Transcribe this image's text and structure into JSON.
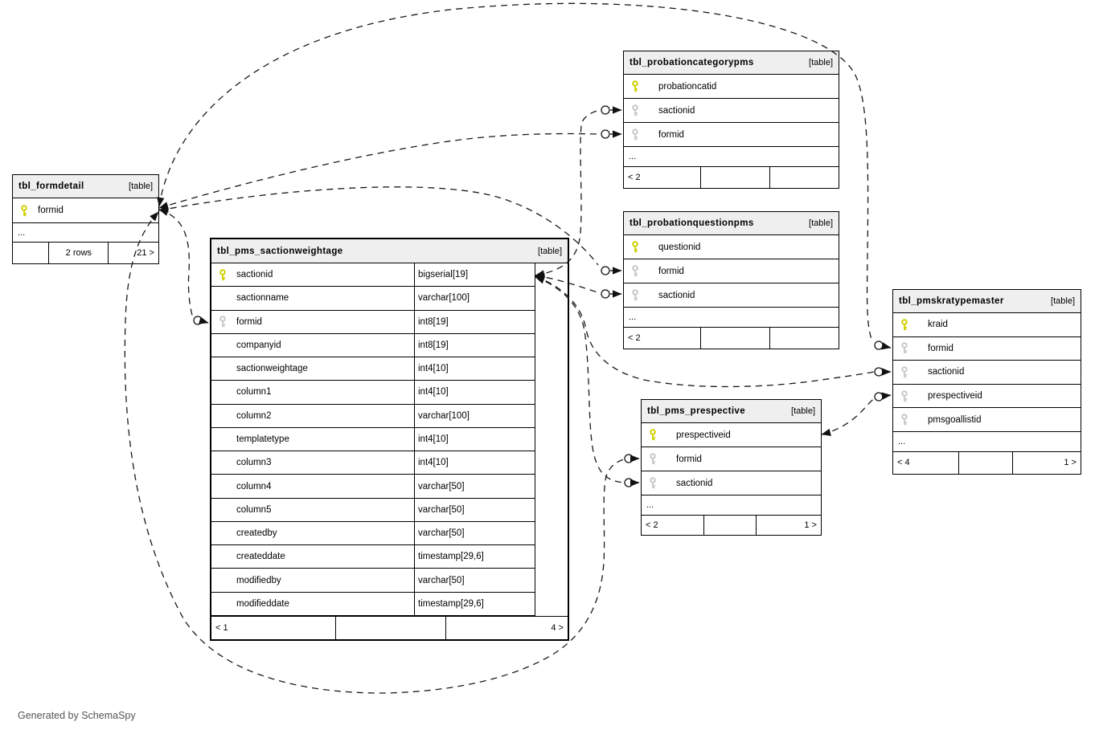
{
  "diagram": {
    "credit": "Generated by SchemaSpy",
    "colors": {
      "primary_key": "#d0d000",
      "foreign_key": "#c8c8c8",
      "header_bg": "#efefef",
      "line": "#1a1a1a"
    }
  },
  "tables": {
    "formdetail": {
      "title": "tbl_formdetail",
      "tag": "[table]",
      "columns": [
        {
          "name": "formid",
          "key": "pk"
        }
      ],
      "ellipsis": "...",
      "footer": [
        "",
        "2 rows",
        "21 >"
      ]
    },
    "sactionweightage": {
      "title": "tbl_pms_sactionweightage",
      "tag": "[table]",
      "columns": [
        {
          "name": "sactionid",
          "key": "pk",
          "type": "bigserial[19]"
        },
        {
          "name": "sactionname",
          "key": "",
          "type": "varchar[100]"
        },
        {
          "name": "formid",
          "key": "fk",
          "type": "int8[19]"
        },
        {
          "name": "companyid",
          "key": "",
          "type": "int8[19]"
        },
        {
          "name": "sactionweightage",
          "key": "",
          "type": "int4[10]"
        },
        {
          "name": "column1",
          "key": "",
          "type": "int4[10]"
        },
        {
          "name": "column2",
          "key": "",
          "type": "varchar[100]"
        },
        {
          "name": "templatetype",
          "key": "",
          "type": "int4[10]"
        },
        {
          "name": "column3",
          "key": "",
          "type": "int4[10]"
        },
        {
          "name": "column4",
          "key": "",
          "type": "varchar[50]"
        },
        {
          "name": "column5",
          "key": "",
          "type": "varchar[50]"
        },
        {
          "name": "createdby",
          "key": "",
          "type": "varchar[50]"
        },
        {
          "name": "createddate",
          "key": "",
          "type": "timestamp[29,6]"
        },
        {
          "name": "modifiedby",
          "key": "",
          "type": "varchar[50]"
        },
        {
          "name": "modifieddate",
          "key": "",
          "type": "timestamp[29,6]"
        }
      ],
      "footer": [
        "< 1",
        "",
        "4 >"
      ]
    },
    "probationcategorypms": {
      "title": "tbl_probationcategorypms",
      "tag": "[table]",
      "columns": [
        {
          "name": "probationcatid",
          "key": "pk"
        },
        {
          "name": "sactionid",
          "key": "fk"
        },
        {
          "name": "formid",
          "key": "fk"
        }
      ],
      "ellipsis": "...",
      "footer": [
        "< 2",
        "",
        ""
      ]
    },
    "probationquestionpms": {
      "title": "tbl_probationquestionpms",
      "tag": "[table]",
      "columns": [
        {
          "name": "questionid",
          "key": "pk"
        },
        {
          "name": "formid",
          "key": "fk"
        },
        {
          "name": "sactionid",
          "key": "fk"
        }
      ],
      "ellipsis": "...",
      "footer": [
        "< 2",
        "",
        ""
      ]
    },
    "prespective": {
      "title": "tbl_pms_prespective",
      "tag": "[table]",
      "columns": [
        {
          "name": "prespectiveid",
          "key": "pk"
        },
        {
          "name": "formid",
          "key": "fk"
        },
        {
          "name": "sactionid",
          "key": "fk"
        }
      ],
      "ellipsis": "...",
      "footer": [
        "< 2",
        "",
        "1 >"
      ]
    },
    "pmskratypemaster": {
      "title": "tbl_pmskratypemaster",
      "tag": "[table]",
      "columns": [
        {
          "name": "kraid",
          "key": "pk"
        },
        {
          "name": "formid",
          "key": "fk"
        },
        {
          "name": "sactionid",
          "key": "fk"
        },
        {
          "name": "prespectiveid",
          "key": "fk"
        },
        {
          "name": "pmsgoallistid",
          "key": "fk"
        }
      ],
      "ellipsis": "...",
      "footer": [
        "< 4",
        "",
        "1 >"
      ]
    }
  },
  "relationships": [
    {
      "parent": "tbl_formdetail.formid",
      "child": "tbl_pms_sactionweightage.formid"
    },
    {
      "parent": "tbl_formdetail.formid",
      "child": "tbl_probationcategorypms.formid"
    },
    {
      "parent": "tbl_formdetail.formid",
      "child": "tbl_probationquestionpms.formid"
    },
    {
      "parent": "tbl_formdetail.formid",
      "child": "tbl_pms_prespective.formid"
    },
    {
      "parent": "tbl_formdetail.formid",
      "child": "tbl_pmskratypemaster.formid"
    },
    {
      "parent": "tbl_pms_sactionweightage.sactionid",
      "child": "tbl_probationcategorypms.sactionid"
    },
    {
      "parent": "tbl_pms_sactionweightage.sactionid",
      "child": "tbl_probationquestionpms.sactionid"
    },
    {
      "parent": "tbl_pms_sactionweightage.sactionid",
      "child": "tbl_pms_prespective.sactionid"
    },
    {
      "parent": "tbl_pms_sactionweightage.sactionid",
      "child": "tbl_pmskratypemaster.sactionid"
    },
    {
      "parent": "tbl_pms_prespective.prespectiveid",
      "child": "tbl_pmskratypemaster.prespectiveid"
    }
  ]
}
